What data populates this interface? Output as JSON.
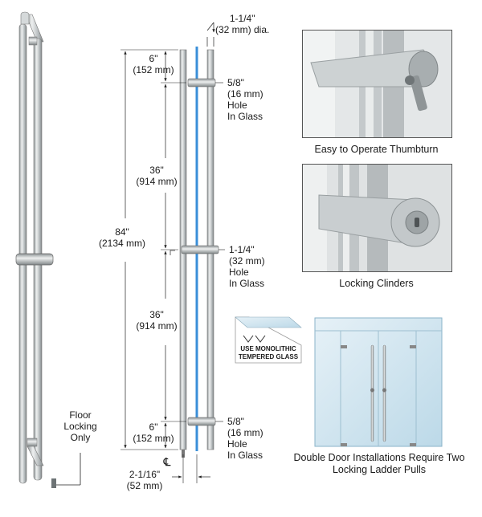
{
  "dimensions": {
    "tube_dia": "1-1/4\"\n(32 mm) dia.",
    "top_offset": "6\"\n(152 mm)",
    "top_hole": "5/8\"\n(16 mm)\nHole\nIn Glass",
    "upper_span": "36\"\n(914 mm)",
    "overall_height": "84\"\n(2134 mm)",
    "mid_hole": "1-1/4\"\n(32 mm)\nHole\nIn Glass",
    "lower_span": "36\"\n(914 mm)",
    "bottom_offset": "6\"\n(152 mm)",
    "bottom_hole": "5/8\"\n(16 mm)\nHole\nIn Glass",
    "standoff": "2-1/16\"\n(52 mm)",
    "centerline_symbol": "℄"
  },
  "floor_note": "Floor\nLocking\nOnly",
  "photos": {
    "thumbturn_caption": "Easy to Operate Thumbturn",
    "cylinder_caption": "Locking Clinders"
  },
  "glass_badge": {
    "line1": "USE MONOLITHIC",
    "line2": "TEMPERED GLASS"
  },
  "door_caption": "Double Door Installations Require Two\nLocking Ladder Pulls",
  "colors": {
    "glass_edge": "#3a8fd8",
    "door_glass": "#cfe4f0",
    "steel": "#c8ccce"
  }
}
